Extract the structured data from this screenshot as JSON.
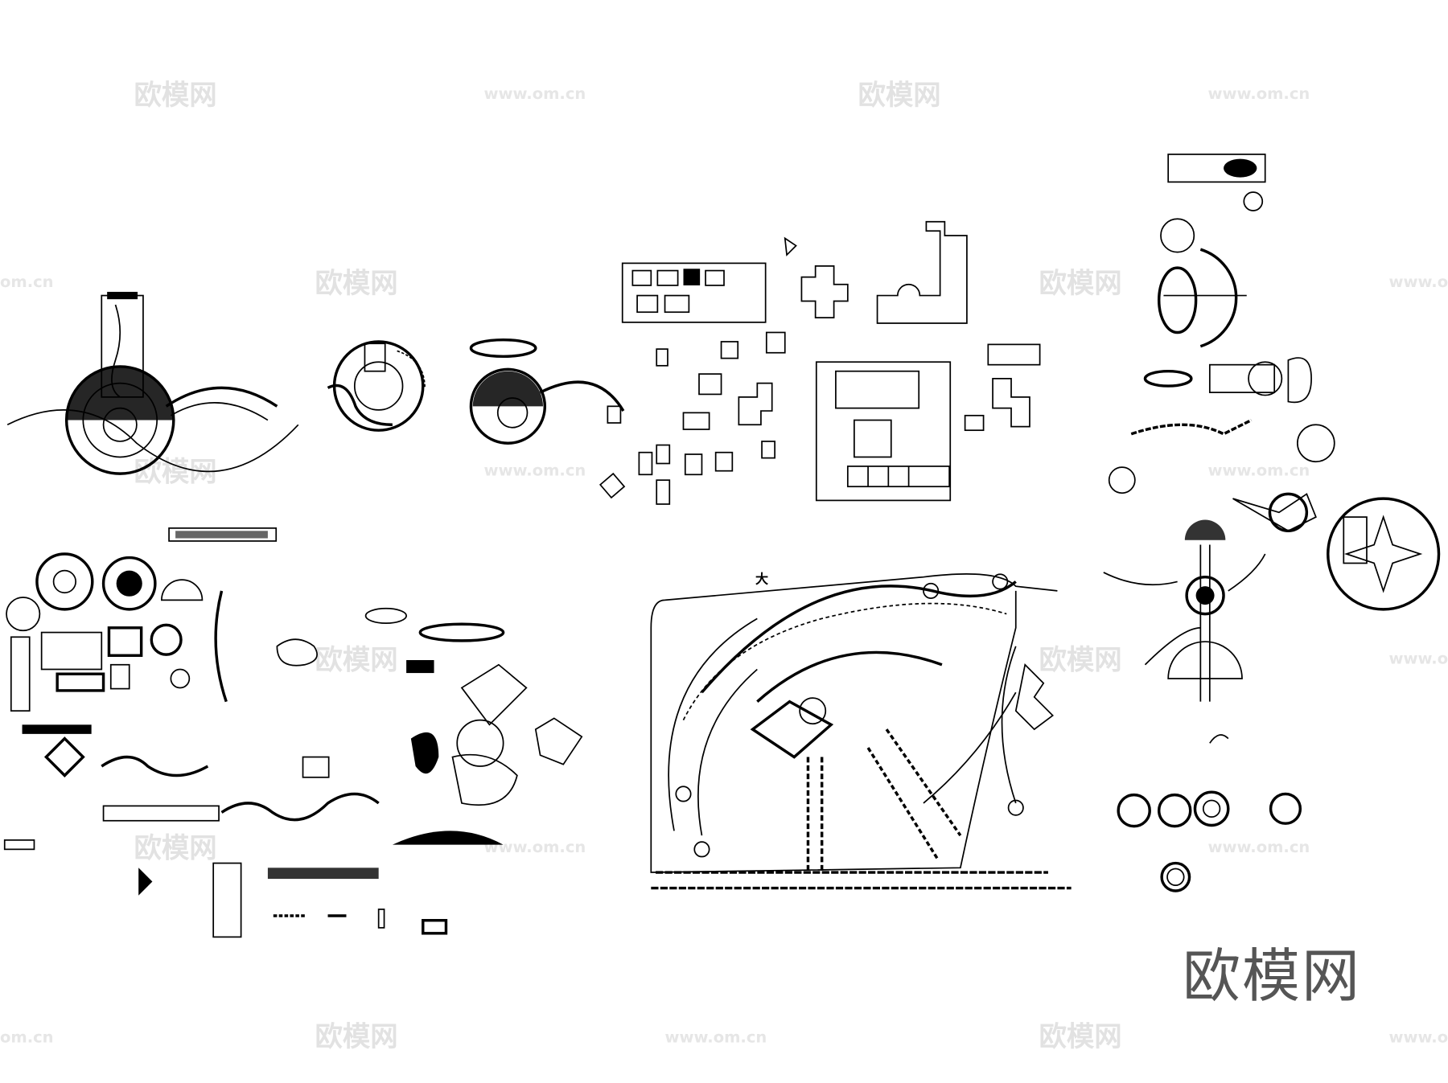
{
  "watermark": {
    "text": "欧模网",
    "url": "www.om.cn",
    "url_partial": "om.cn"
  },
  "logo": "欧模网",
  "site_plan": {
    "road_label": "大"
  },
  "colors": {
    "ink": "#000000",
    "watermark": "#e2e2e2",
    "logo": "#555555"
  }
}
